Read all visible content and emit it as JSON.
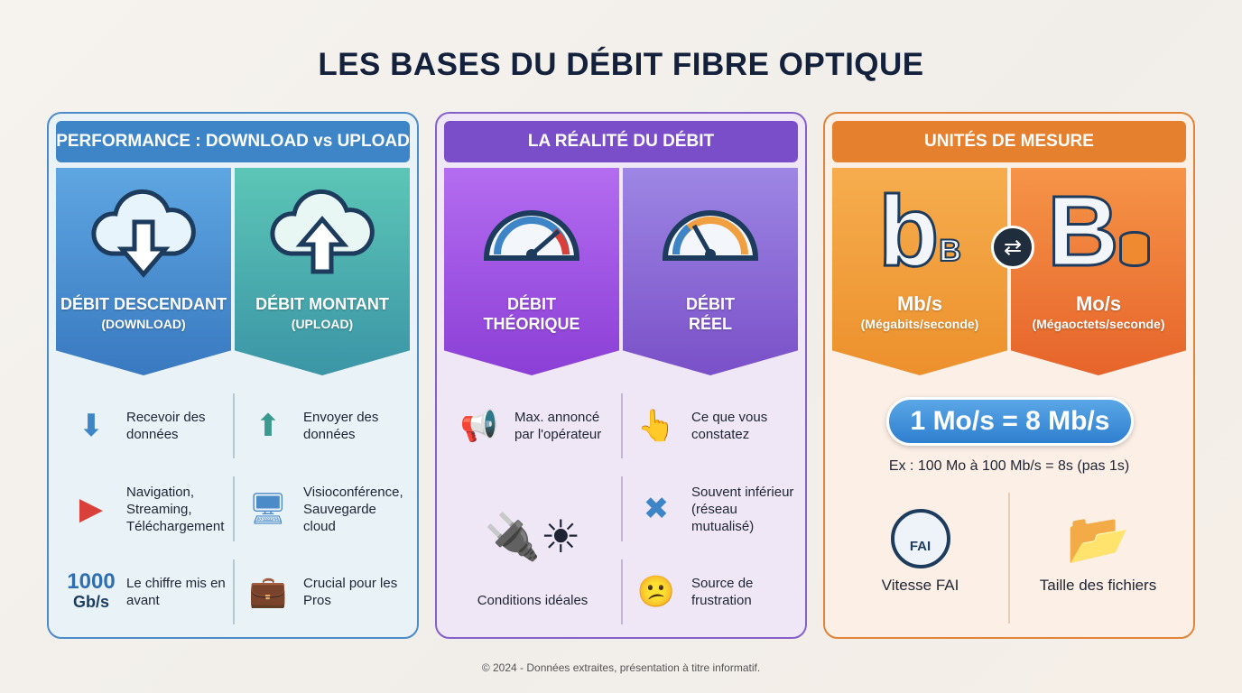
{
  "title": "LES BASES DU DÉBIT FIBRE OPTIQUE",
  "panel1": {
    "header": "PERFORMANCE : DOWNLOAD vs UPLOAD",
    "col1": {
      "label": "DÉBIT DESCENDANT",
      "sub": "(DOWNLOAD)",
      "icon": "cloud-download-icon"
    },
    "col2": {
      "label": "DÉBIT MONTANT",
      "sub": "(UPLOAD)",
      "icon": "cloud-upload-icon"
    },
    "rows": [
      {
        "left": "Recevoir des données",
        "right": "Envoyer des données"
      },
      {
        "left": "Navigation, Streaming, Téléchargement",
        "right": "Visioconférence, Sauvegarde cloud"
      },
      {
        "left": "Le chiffre mis en avant",
        "right": "Crucial pour les Pros"
      }
    ],
    "big_number": "1000",
    "big_unit": "Gb/s"
  },
  "panel2": {
    "header": "LA RÉALITÉ DU DÉBIT",
    "col1": {
      "label": "DÉBIT",
      "sub": "THÉORIQUE",
      "icon": "speedometer-high-icon"
    },
    "col2": {
      "label": "DÉBIT",
      "sub": "RÉEL",
      "icon": "speedometer-medium-icon"
    },
    "rows": [
      {
        "left": "Max. annoncé par l'opérateur",
        "right": "Ce que vous constatez"
      },
      {
        "left": "Conditions idéales",
        "right": "Souvent inférieur (réseau mutualisé)"
      },
      {
        "left": "",
        "right": "Source de frustration"
      }
    ]
  },
  "panel3": {
    "header": "UNITÉS DE MESURE",
    "col1": {
      "label": "Mb/s",
      "sub": "(Mégabits/seconde)",
      "glyph": "b",
      "glyph_sub": "B"
    },
    "col2": {
      "label": "Mo/s",
      "sub": "(Mégaoctets/seconde)",
      "glyph": "B"
    },
    "equation": "1 Mo/s = 8 Mb/s",
    "example": "Ex : 100 Mo à 100 Mb/s = 8s (pas 1s)",
    "bottom_left": "Vitesse FAI",
    "bottom_left_badge": "FAI",
    "bottom_right": "Taille des fichiers"
  },
  "footer": "© 2024 - Données extraites, présentation à titre informatif."
}
